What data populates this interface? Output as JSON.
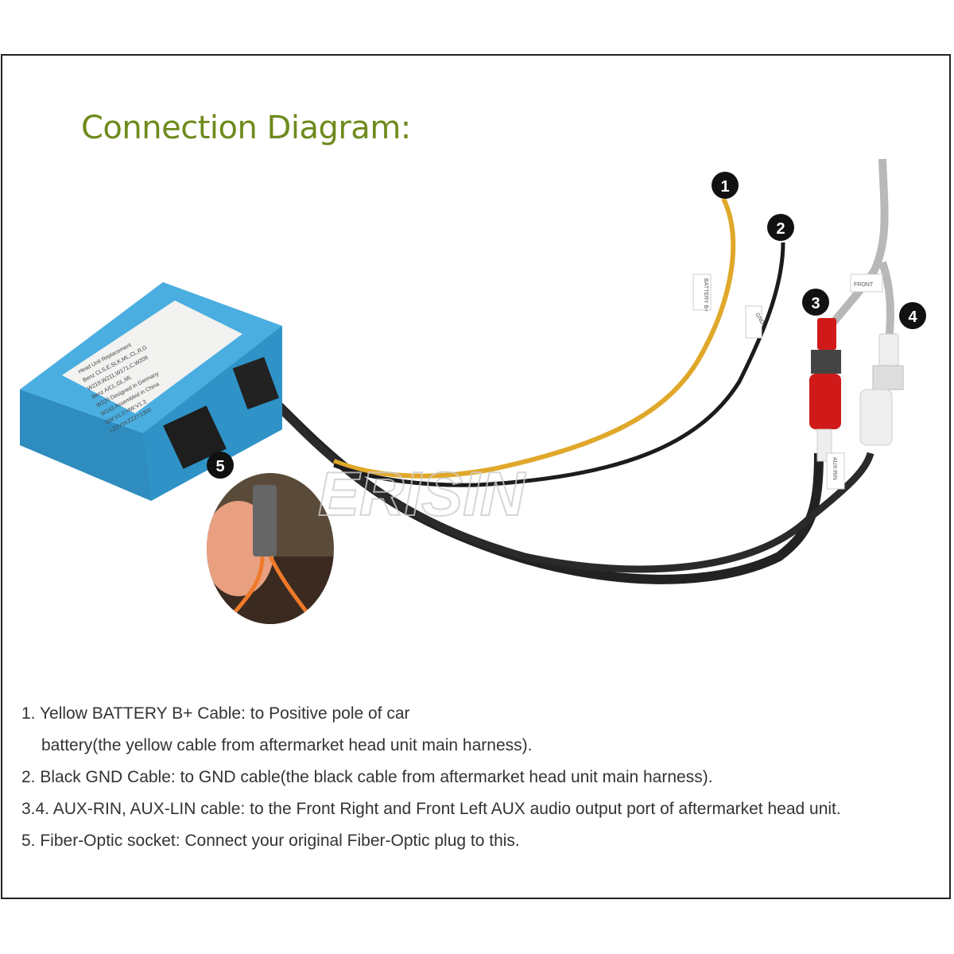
{
  "title": "Connection Diagram:",
  "watermark": "ERISIN",
  "markers": [
    "1",
    "2",
    "3",
    "4",
    "5"
  ],
  "tags": {
    "battery": "BATTERY B+",
    "gnd": "GND",
    "aux_rin": "AUX-RIN",
    "front": "FRONT"
  },
  "module_label": [
    "Head Unit Replacement",
    "Benz CLS,E,SLK,ML,CL,R,G",
    "W219,W211,W171,C,W209",
    "Benz A/CL,GL,ML",
    "W220  Designed in Germany",
    "W163  Assembled in China",
    "SW:V1.0   HW:V1.3",
    "LZ2Y0XZZ2Y1300"
  ],
  "instructions": [
    "1. Yellow BATTERY B+ Cable: to Positive pole of car",
    "battery(the yellow cable from aftermarket head unit main harness).",
    "2. Black GND Cable: to GND cable(the black cable from aftermarket head unit main harness).",
    "3.4. AUX-RIN, AUX-LIN cable: to the Front Right and Front Left AUX audio output port of aftermarket head unit.",
    "5. Fiber-Optic socket: Connect your original Fiber-Optic plug to this."
  ],
  "colors": {
    "title": "#6e8a1c",
    "module": "#3a9fd0",
    "yellow": "#e0a82a",
    "red": "#d01a1a"
  }
}
